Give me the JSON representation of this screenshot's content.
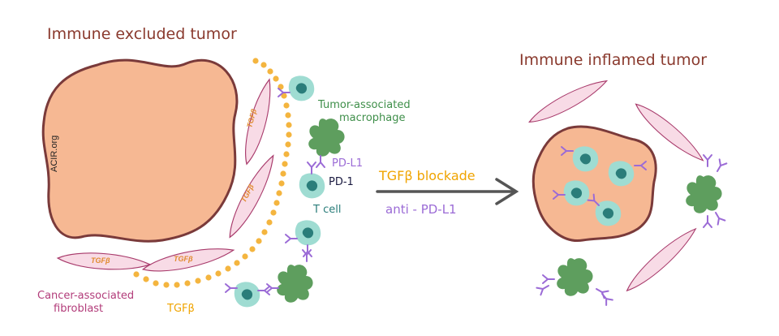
{
  "titles": {
    "left": "Immune excluded tumor",
    "right": "Immune inflamed tumor"
  },
  "labels": {
    "tam": [
      "Tumor-associated",
      "macrophage"
    ],
    "pdl1": "PD-L1",
    "pd1": "PD-1",
    "tcell": "T cell",
    "caf": [
      "Cancer-associated",
      "fibroblast"
    ],
    "tgfb": "TGFβ",
    "watermark": "ACIR.org",
    "fibro_tag": "TGFβ"
  },
  "arrow": {
    "top": "TGFβ blockade",
    "bottom": "anti - PD-L1"
  },
  "colors": {
    "tumor_fill": "#f6b893",
    "tumor_stroke": "#7a3a3a",
    "fibroblast_fill": "#f8dbe6",
    "fibroblast_stroke": "#a83a6b",
    "tgfb_dot": "#f4b53f",
    "tcell_fill": "#9fdcd2",
    "tcell_nucleus": "#2a7d7a",
    "macrophage": "#5e9e5e",
    "pd_purple": "#9b6bd6",
    "title_brown": "#8a3a2e",
    "tam_green": "#3f8f4a",
    "caf_magenta": "#b23c7a",
    "tgfb_orange": "#f0a400",
    "arrow_gray": "#555555"
  }
}
